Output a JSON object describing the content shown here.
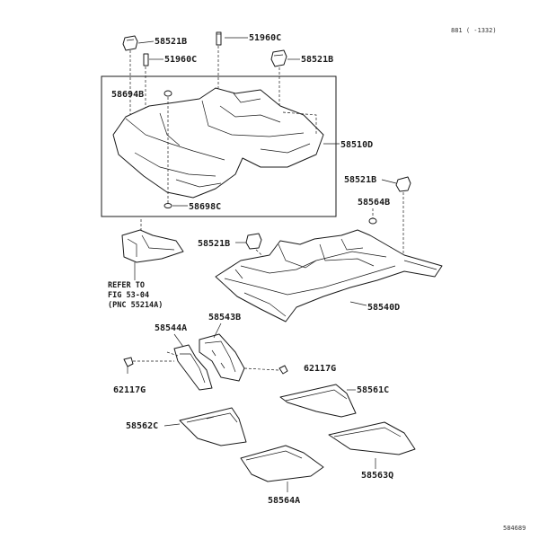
{
  "header": {
    "code": "881 (    -1332)"
  },
  "footer": {
    "figure_id": "584689"
  },
  "labels": {
    "clip_top_left": "58521B",
    "clip_top_right": "58521B",
    "pin_top_right": "51960C",
    "pin_top_left": "51960C",
    "grommet_top": "58694B",
    "rear_carpet": "58510D",
    "grommet_bottom": "58698C",
    "clip_right": "58521B",
    "grommet_right": "58564B",
    "clip_mid": "58521B",
    "front_carpet": "58540D",
    "pad_rear": "58543B",
    "pad_front": "58544A",
    "clip_pad_right": "62117G",
    "clip_pad_left": "62117G",
    "mat_front_left": "58561C",
    "mat_front_right": "58562C",
    "mat_rear_right": "58563Q",
    "mat_rear_left": "58564A"
  },
  "refer": {
    "line1": "REFER TO",
    "line2": "FIG 53-04",
    "line3": "(PNC 55214A)"
  }
}
